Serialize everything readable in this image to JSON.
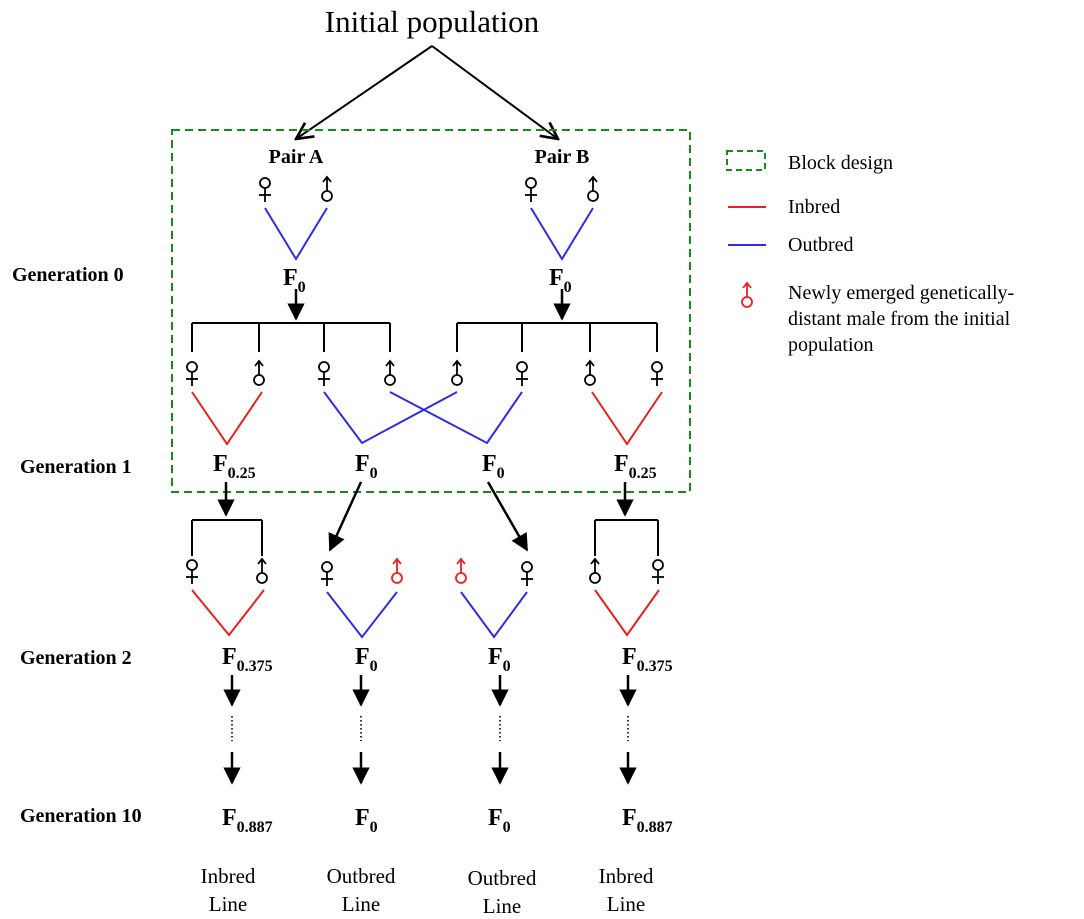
{
  "title": "Initial population",
  "pairs": {
    "a": "Pair A",
    "b": "Pair B"
  },
  "generations": {
    "g0": "Generation 0",
    "g1": "Generation 1",
    "g2": "Generation 2",
    "g10": "Generation 10"
  },
  "coefficients": {
    "g0_a": {
      "base": "F",
      "sub": "0"
    },
    "g0_b": {
      "base": "F",
      "sub": "0"
    },
    "g1_1": {
      "base": "F",
      "sub": "0.25"
    },
    "g1_2": {
      "base": "F",
      "sub": "0"
    },
    "g1_3": {
      "base": "F",
      "sub": "0"
    },
    "g1_4": {
      "base": "F",
      "sub": "0.25"
    },
    "g2_1": {
      "base": "F",
      "sub": "0.375"
    },
    "g2_2": {
      "base": "F",
      "sub": "0"
    },
    "g2_3": {
      "base": "F",
      "sub": "0"
    },
    "g2_4": {
      "base": "F",
      "sub": "0.375"
    },
    "g10_1": {
      "base": "F",
      "sub": "0.887"
    },
    "g10_2": {
      "base": "F",
      "sub": "0"
    },
    "g10_3": {
      "base": "F",
      "sub": "0"
    },
    "g10_4": {
      "base": "F",
      "sub": "0.887"
    }
  },
  "lines": {
    "l1": [
      "Inbred",
      "Line"
    ],
    "l2": [
      "Outbred",
      "Line"
    ],
    "l3": [
      "Outbred",
      "Line"
    ],
    "l4": [
      "Inbred",
      "Line"
    ]
  },
  "legend": {
    "block": "Block design",
    "inbred": "Inbred",
    "outbred": "Outbred",
    "newmale": [
      "Newly emerged genetically-",
      "distant male from the initial",
      "population"
    ]
  },
  "colors": {
    "block": "#1a8a1a",
    "inbred": "#e8201e",
    "outbred": "#2e2ee0",
    "newmale": "#e8201e",
    "ink": "#000000"
  }
}
